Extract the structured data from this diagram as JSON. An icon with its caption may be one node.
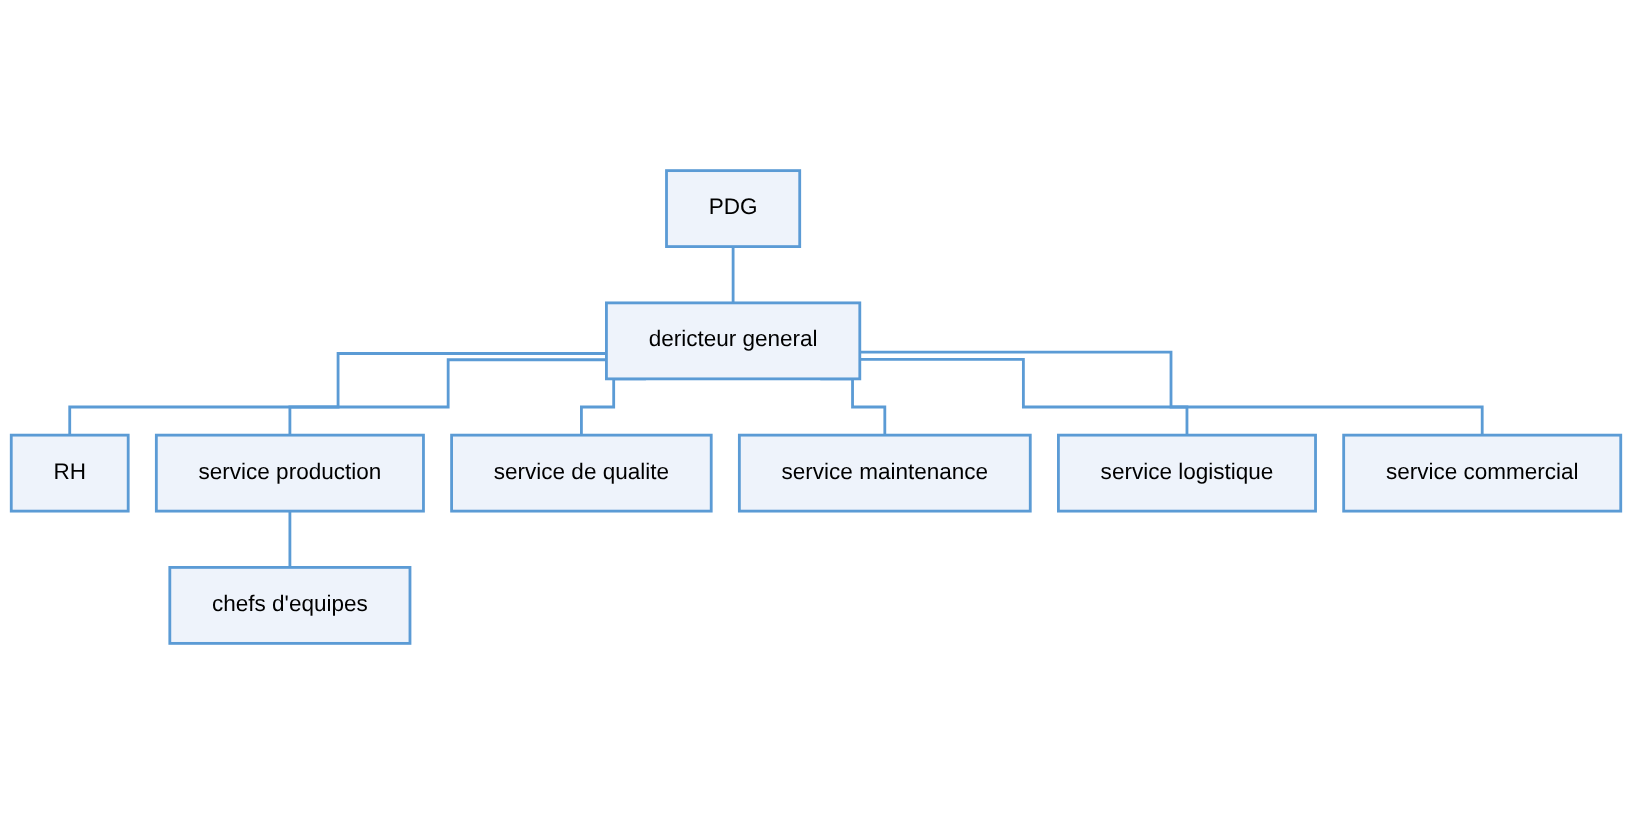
{
  "diagram": {
    "nodes": [
      {
        "text": [
          "PDG"
        ]
      },
      {
        "text": [
          "dericteur general"
        ]
      },
      {
        "text": [
          "RH"
        ]
      },
      {
        "text": [
          "service production"
        ]
      },
      {
        "text": [
          "service de qualite"
        ]
      },
      {
        "text": [
          "service maintenance"
        ]
      },
      {
        "text": [
          "service logistique"
        ]
      },
      {
        "text": [
          "service commercial"
        ]
      },
      {
        "text": [
          "chefs d'equipes"
        ]
      }
    ],
    "edges": [
      {
        "from": 0,
        "to": 1,
        "arrow": "none"
      },
      {
        "from": 1,
        "to": 2,
        "arrow": "none"
      },
      {
        "from": 1,
        "to": 3,
        "arrow": "none"
      },
      {
        "from": 1,
        "to": 4,
        "arrow": "none"
      },
      {
        "from": 1,
        "to": 5,
        "arrow": "none"
      },
      {
        "from": 1,
        "to": 6,
        "arrow": "none"
      },
      {
        "from": 1,
        "to": 7,
        "arrow": "none"
      },
      {
        "from": 3,
        "to": 8,
        "arrow": "none"
      }
    ]
  }
}
